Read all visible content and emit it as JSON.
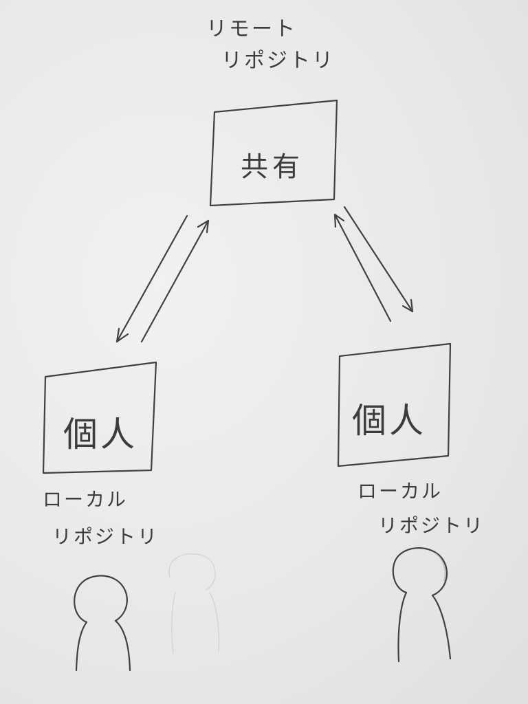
{
  "remote": {
    "line1": "リモート",
    "line2": "リポジトリ",
    "box_text": "共有"
  },
  "local_left": {
    "box_text": "個人",
    "line1": "ローカル",
    "line2": "リポジトリ"
  },
  "local_right": {
    "box_text": "個人",
    "line1": "ローカル",
    "line2": "リポジトリ"
  },
  "colors": {
    "pencil": "#3c3c3c",
    "paper": "#ececed"
  }
}
